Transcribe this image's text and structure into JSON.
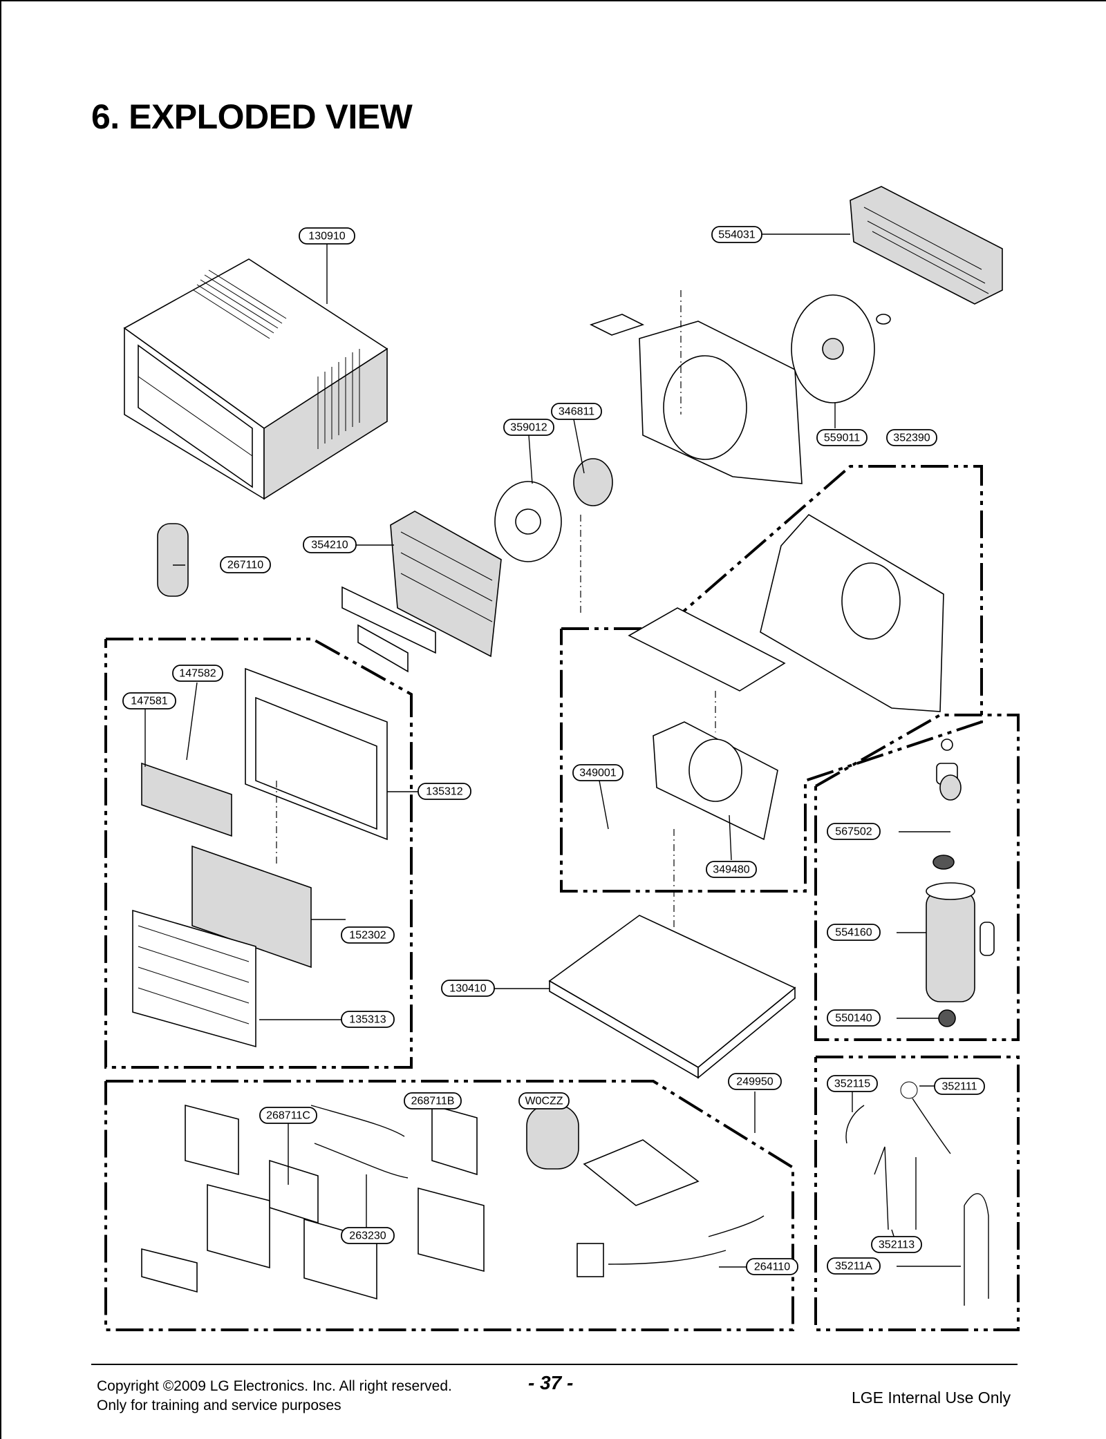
{
  "heading": "6. EXPLODED VIEW",
  "callouts": [
    {
      "id": "c-130910",
      "label": "130910"
    },
    {
      "id": "c-554031",
      "label": "554031"
    },
    {
      "id": "c-346811",
      "label": "346811"
    },
    {
      "id": "c-359012",
      "label": "359012"
    },
    {
      "id": "c-559011",
      "label": "559011"
    },
    {
      "id": "c-352390",
      "label": "352390"
    },
    {
      "id": "c-354210",
      "label": "354210"
    },
    {
      "id": "c-267110",
      "label": "267110"
    },
    {
      "id": "c-147582",
      "label": "147582"
    },
    {
      "id": "c-147581",
      "label": "147581"
    },
    {
      "id": "c-135312",
      "label": "135312"
    },
    {
      "id": "c-349001",
      "label": "349001"
    },
    {
      "id": "c-567502",
      "label": "567502"
    },
    {
      "id": "c-349480",
      "label": "349480"
    },
    {
      "id": "c-152302",
      "label": "152302"
    },
    {
      "id": "c-554160",
      "label": "554160"
    },
    {
      "id": "c-130410",
      "label": "130410"
    },
    {
      "id": "c-135313",
      "label": "135313"
    },
    {
      "id": "c-550140",
      "label": "550140"
    },
    {
      "id": "c-249950",
      "label": "249950"
    },
    {
      "id": "c-268711C",
      "label": "268711C"
    },
    {
      "id": "c-268711B",
      "label": "268711B"
    },
    {
      "id": "c-W0CZZ",
      "label": "W0CZZ"
    },
    {
      "id": "c-352115",
      "label": "352115"
    },
    {
      "id": "c-352111",
      "label": "352111"
    },
    {
      "id": "c-263230",
      "label": "263230"
    },
    {
      "id": "c-352113",
      "label": "352113"
    },
    {
      "id": "c-264110",
      "label": "264110"
    },
    {
      "id": "c-35211A",
      "label": "35211A"
    }
  ],
  "footer": {
    "copyright": "Copyright ©2009 LG Electronics. Inc. All right reserved.",
    "purpose": "Only for training and service purposes",
    "page_number": "- 37 -",
    "internal": "LGE Internal Use Only"
  }
}
